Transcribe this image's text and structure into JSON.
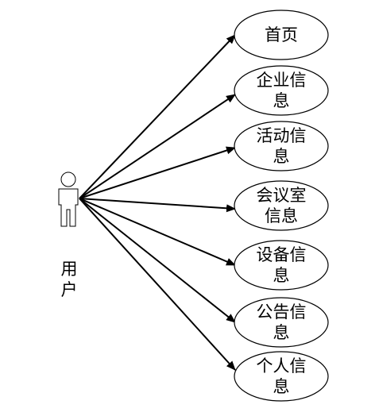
{
  "actor": {
    "name_line1": "用",
    "name_line2": "户"
  },
  "use_cases": [
    {
      "id": "home",
      "lines": [
        "首页"
      ]
    },
    {
      "id": "enterprise",
      "lines": [
        "企业信",
        "息"
      ]
    },
    {
      "id": "activity",
      "lines": [
        "活动信",
        "息"
      ]
    },
    {
      "id": "meeting-room",
      "lines": [
        "会议室",
        "信息"
      ]
    },
    {
      "id": "equipment",
      "lines": [
        "设备信",
        "息"
      ]
    },
    {
      "id": "announcement",
      "lines": [
        "公告信",
        "息"
      ]
    },
    {
      "id": "personal",
      "lines": [
        "个人信",
        "息"
      ]
    }
  ],
  "colors": {
    "stroke": "#000000",
    "fill": "#ffffff"
  }
}
